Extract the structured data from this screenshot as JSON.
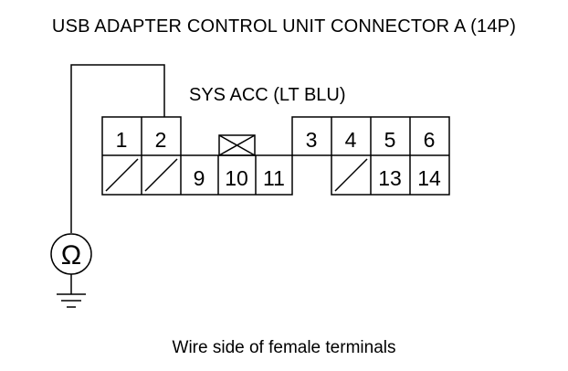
{
  "title": "USB ADAPTER CONTROL UNIT CONNECTOR A (14P)",
  "wire_label": "SYS ACC (LT BLU)",
  "meter_symbol": "Ω",
  "caption": "Wire side of female terminals",
  "terminals": {
    "t1": "1",
    "t2": "2",
    "t3": "3",
    "t4": "4",
    "t5": "5",
    "t6": "6",
    "t9": "9",
    "t10": "10",
    "t11": "11",
    "t13": "13",
    "t14": "14"
  },
  "icons": [
    "ohmmeter-icon",
    "ground-icon",
    "unused-terminal-icon",
    "empty-cavity-icon"
  ]
}
